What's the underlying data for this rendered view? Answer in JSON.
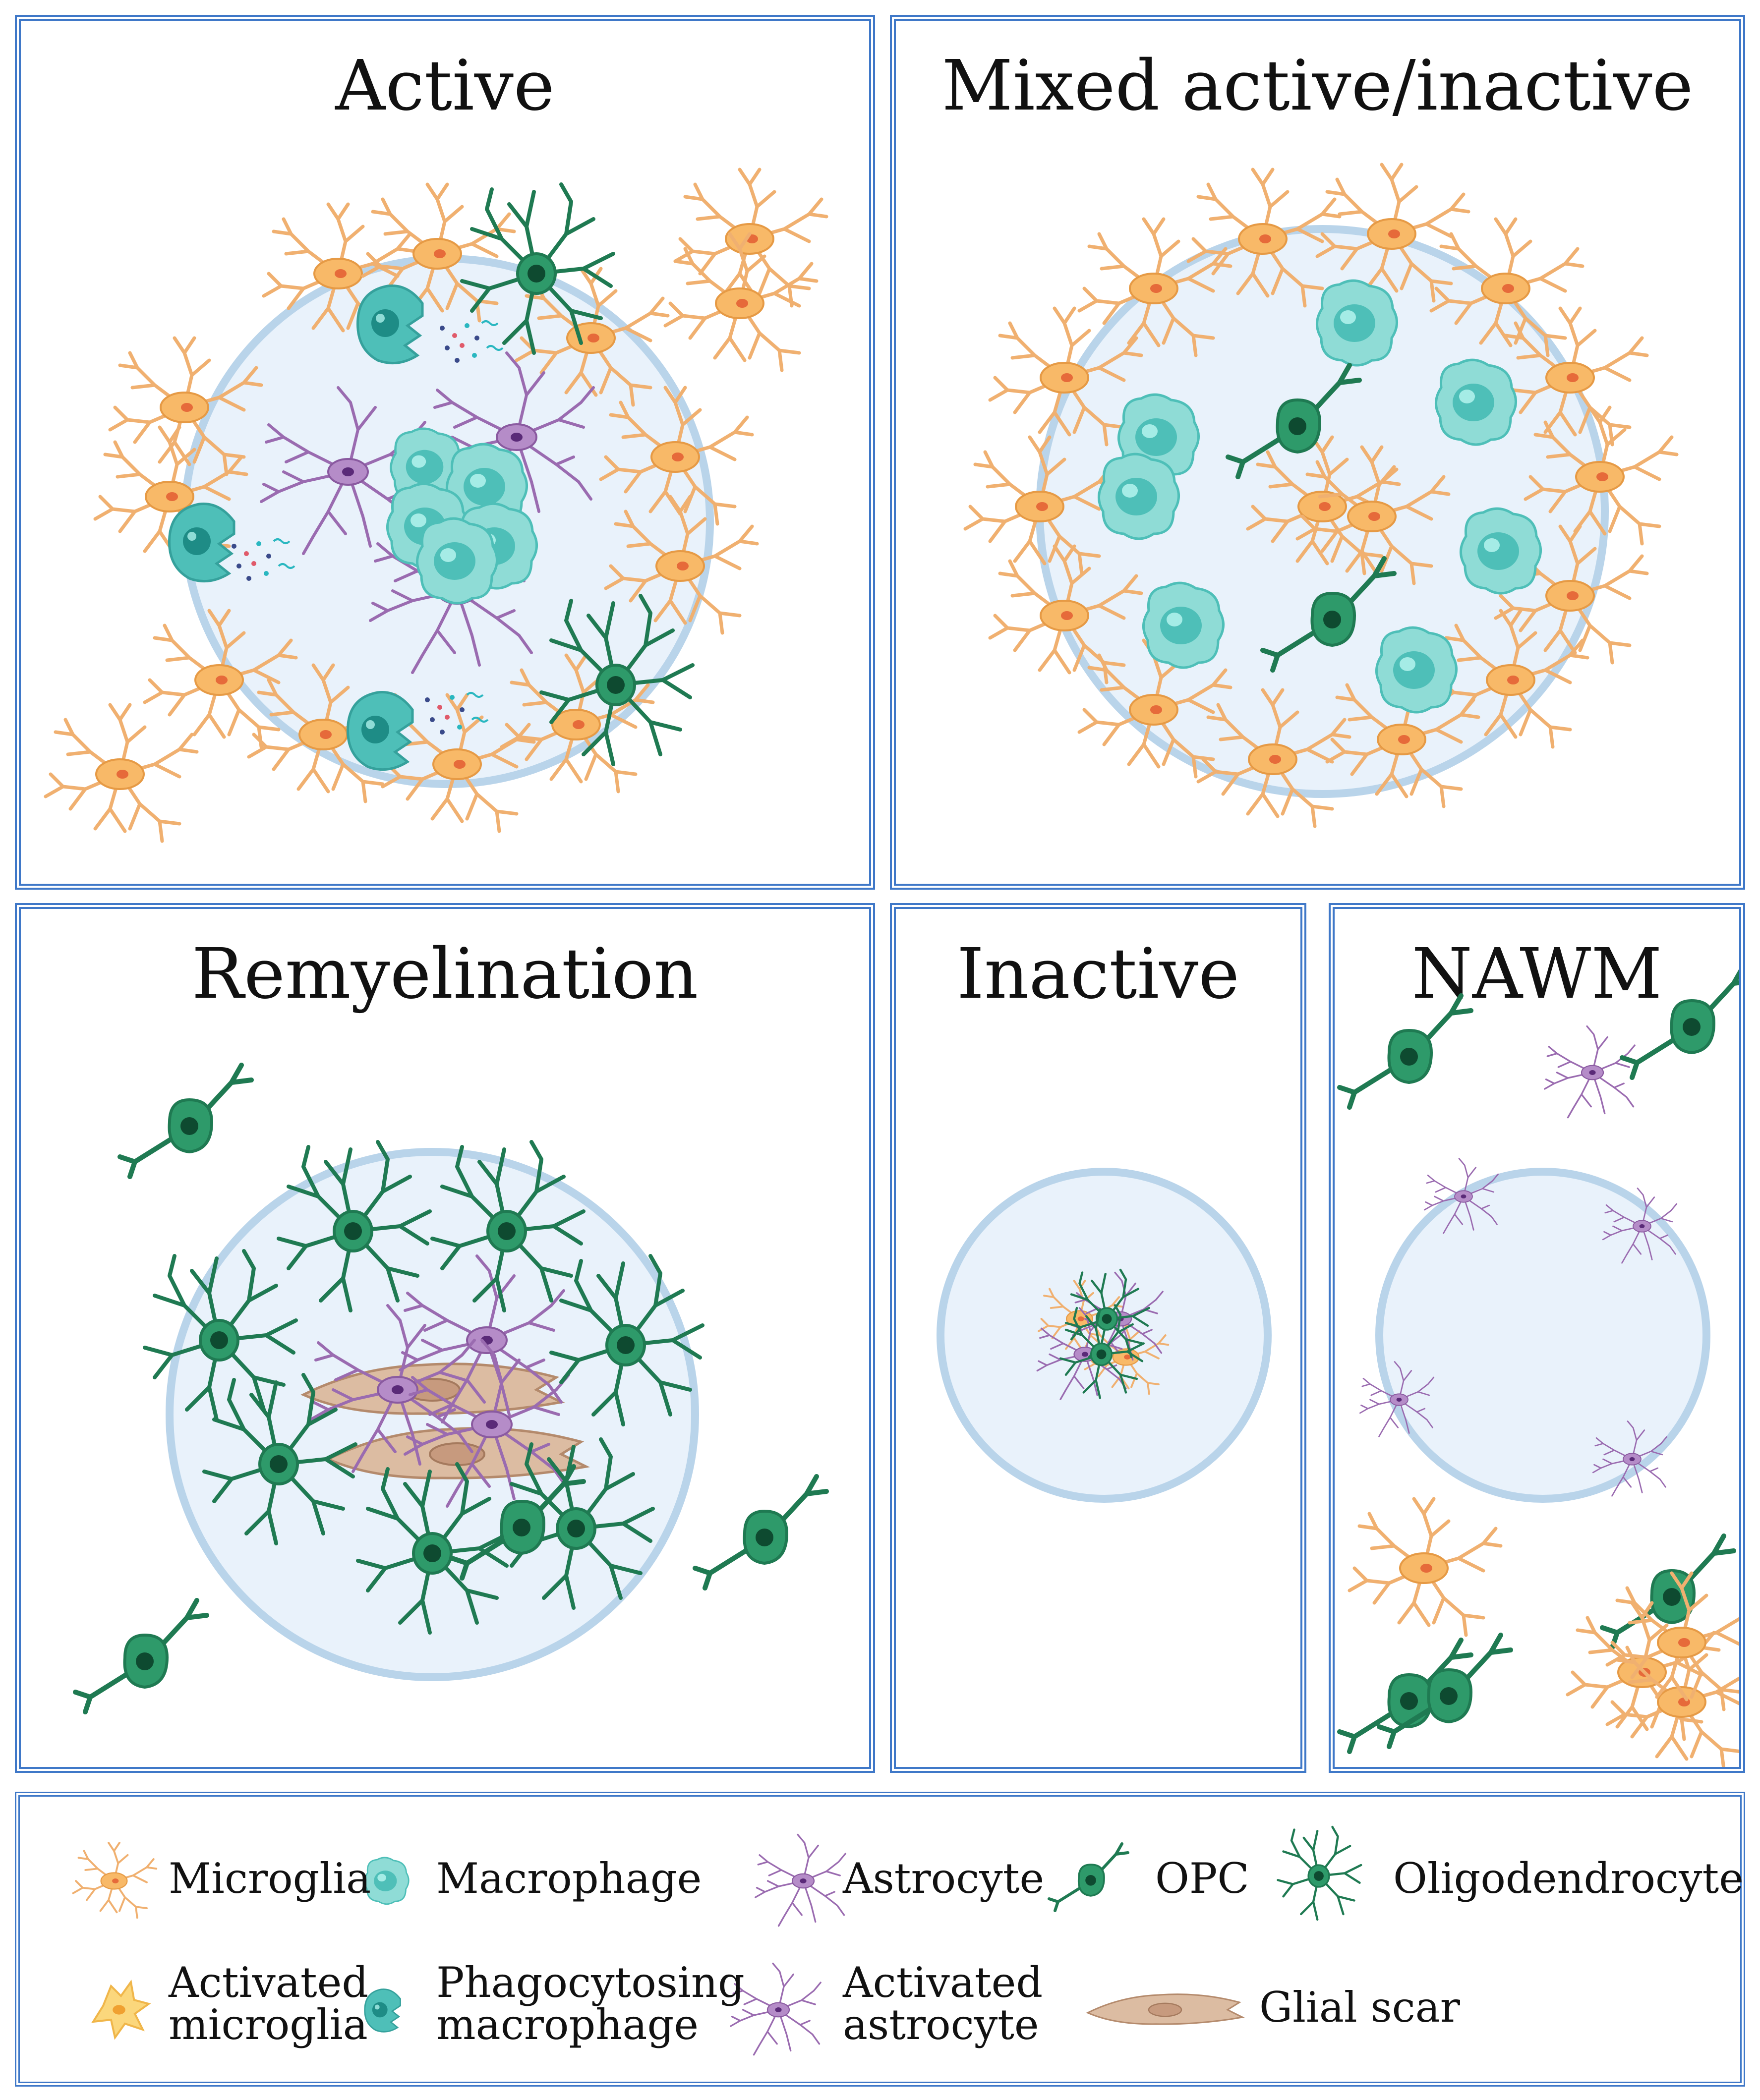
{
  "panels": {
    "active": {
      "title": "Active"
    },
    "mixed": {
      "title": "Mixed active/inactive"
    },
    "remyelination": {
      "title": "Remyelination"
    },
    "inactive": {
      "title": "Inactive"
    },
    "nawm": {
      "title": "NAWM"
    }
  },
  "legend": {
    "microglia": "Microglia",
    "macrophage": "Macrophage",
    "astrocyte": "Astrocyte",
    "opc": "OPC",
    "oligodendrocyte": "Oligodendrocyte",
    "activated_microglia_1": "Activated",
    "activated_microglia_2": "microglia",
    "phagocytosing_1": "Phagocytosing",
    "phagocytosing_2": "macrophage",
    "activated_astrocyte_1": "Activated",
    "activated_astrocyte_2": "astrocyte",
    "glial_scar": "Glial scar"
  },
  "colors": {
    "frame": "#3f78c8",
    "lesion_fill": "#e9f2fb",
    "lesion_edge": "#b9d4ea",
    "microglia": "#f6c48a",
    "microglia_dark": "#e69a45",
    "macrophage": "#4ebfb8",
    "astrocyte": "#9a6bb0",
    "oligodendrocyte": "#1f7a52",
    "glial_scar": "#d7b79c"
  }
}
